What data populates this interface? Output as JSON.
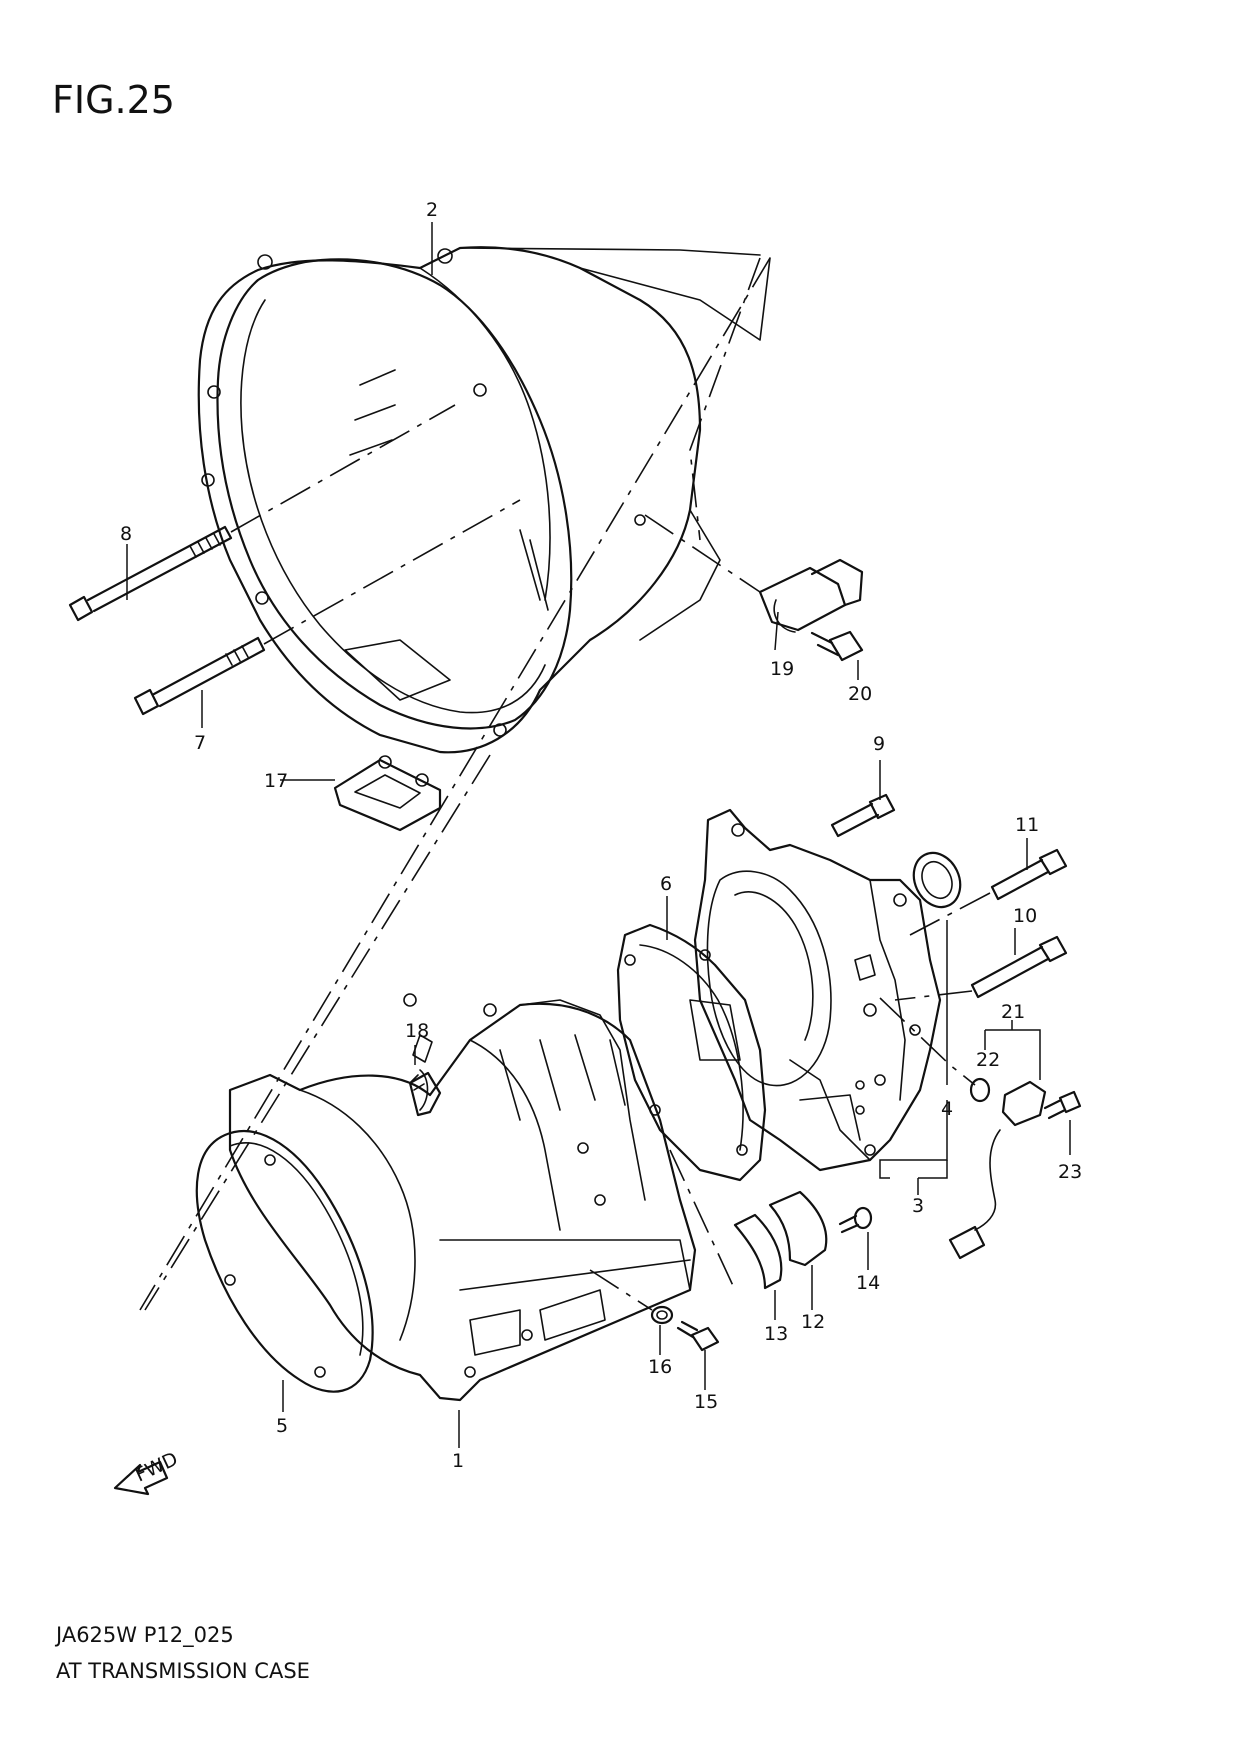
{
  "figure": {
    "title": "FIG.25",
    "code": "JA625W P12_025",
    "caption": "AT TRANSMISSION CASE",
    "fwd_label": "FWD"
  },
  "callouts": [
    {
      "id": "c1",
      "label": "1"
    },
    {
      "id": "c2",
      "label": "2"
    },
    {
      "id": "c3",
      "label": "3"
    },
    {
      "id": "c4",
      "label": "4"
    },
    {
      "id": "c5",
      "label": "5"
    },
    {
      "id": "c6",
      "label": "6"
    },
    {
      "id": "c7",
      "label": "7"
    },
    {
      "id": "c8",
      "label": "8"
    },
    {
      "id": "c9",
      "label": "9"
    },
    {
      "id": "c10",
      "label": "10"
    },
    {
      "id": "c11",
      "label": "11"
    },
    {
      "id": "c12",
      "label": "12"
    },
    {
      "id": "c13",
      "label": "13"
    },
    {
      "id": "c14",
      "label": "14"
    },
    {
      "id": "c15",
      "label": "15"
    },
    {
      "id": "c16",
      "label": "16"
    },
    {
      "id": "c17",
      "label": "17"
    },
    {
      "id": "c18",
      "label": "18"
    },
    {
      "id": "c19",
      "label": "19"
    },
    {
      "id": "c20",
      "label": "20"
    },
    {
      "id": "c21",
      "label": "21"
    },
    {
      "id": "c22",
      "label": "22"
    },
    {
      "id": "c23",
      "label": "23"
    }
  ]
}
